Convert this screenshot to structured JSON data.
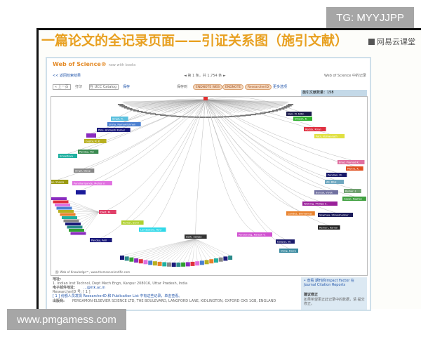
{
  "watermarks": {
    "top": "TG: MYYJJPP",
    "bottom": "www.pmgamess.com"
  },
  "slide": {
    "title": "一篇论文的全记录页面——引证关系图（施引文献）",
    "logo": "网易云课堂"
  },
  "wos": {
    "brand": "Web of Science®",
    "tagline": "now with books",
    "back": "<< 返回检索结果",
    "pager": "◄ 第 1 条，共 1,754 条 ►",
    "record": "Web of Science 中的记录",
    "toolbar": {
      "back_btn": "« 上一页",
      "print": "打印",
      "select": "在 UCC Catalog",
      "go": "保存",
      "save_to": "保存到",
      "b1": "ENDNOTE WEB",
      "b2": "ENDNOTE",
      "b3": "ResearcherID",
      "more": "更多选项"
    },
    "side": {
      "header": "施引文献数量：158",
      "impact": "• 查看 期刊的Impact Factor 在 Journal Citation Reports",
      "suggest_title": "建议修正",
      "suggest": "如果希望更正此记录中的数据，请 提交修正。"
    },
    "legend": "图: Web of Knowledge℠, www.thomsonscientific.com",
    "details": {
      "addr_label": "地址:",
      "addr": "1. Indian Inst Technol, Dept Mech Engn, Kanpur 208016, Uttar Pradesh, India",
      "email_label": "电子邮件地址:",
      "email": "...@iitk.ac.in",
      "rid": "ResearcherID 号: [ 1 ]",
      "rid_note": "[ 1 ] 份额人员发现 ResearcherID 和 Publication List 中有这些记录，单击查看。",
      "pub_label": "出版商:",
      "pub": "PERGAMON-ELSEVIER SCIENCE LTD, THE BOULEVARD, LANGFORD LANE, KIDLINGTON, OXFORD OX5 1GB, ENGLAND"
    }
  },
  "citation_map": {
    "root_color": "#e03030",
    "nodes": [
      {
        "label": "Singh, R.",
        "color": "#5bc0de"
      },
      {
        "label": "Sinha, Ramakrishnan",
        "color": "#4a7fd0"
      },
      {
        "label": "Pole, Animesh Kumar",
        "color": "#1a1a7a"
      },
      {
        "label": "",
        "color": "#8a2bbf"
      },
      {
        "label": "Gupta, R. K.",
        "color": "#b8b020"
      },
      {
        "label": "Pandey, Pal",
        "color": "#3a8a50"
      },
      {
        "label": "Srivastava",
        "color": "#20b0a0"
      },
      {
        "label": "Singh, Deep",
        "color": "#888888"
      },
      {
        "label": "Das, Sheela",
        "color": "#9a9a10"
      },
      {
        "label": "Pandharipande, Mehta V.",
        "color": "#e070e0"
      },
      {
        "label": "",
        "color": "#1a1a9a"
      },
      {
        "label": "Dixit, M.",
        "color": "#e0406a"
      },
      {
        "label": "Pandey, Anil",
        "color": "#1a1a7a"
      },
      {
        "label": "Kumar, Sunil",
        "color": "#b0d030"
      },
      {
        "label": "Lambodara, Ravi",
        "color": "#30d8e8"
      },
      {
        "label": "Seth, Sanjay",
        "color": "#333333"
      },
      {
        "label": "Pandurang, Naresh V.",
        "color": "#d050d0"
      },
      {
        "label": "Dong, Dawa",
        "color": "#3a8aa0"
      },
      {
        "label": "Dooper, W.",
        "color": "#1a1a6a"
      },
      {
        "label": "Candes, Emmanuel",
        "color": "#e8802a"
      },
      {
        "label": "Sowmya, Shivashankar",
        "color": "#1a1a5a"
      },
      {
        "label": "Raman, Kamal",
        "color": "#222222"
      },
      {
        "label": "Nair, M. Nitin",
        "color": "#1a1a4a"
      },
      {
        "label": "Dinesh, K.",
        "color": "#30b030"
      },
      {
        "label": "Reddy, Kiran",
        "color": "#e03040"
      },
      {
        "label": "Patil, Vishwanath",
        "color": "#e0e040"
      },
      {
        "label": "Bhat, Pramod K.",
        "color": "#e070a0"
      },
      {
        "label": "Pandian, M.",
        "color": "#1a1a6a"
      },
      {
        "label": "Ali, Bilal",
        "color": "#70a8c0"
      },
      {
        "label": "Bansal, Vivek",
        "color": "#7070a0"
      },
      {
        "label": "Kumar, J.",
        "color": "#70a070"
      },
      {
        "label": "Goyal, Raghav",
        "color": "#40a040"
      },
      {
        "label": "Walking, Phillips E.",
        "color": "#9a209a"
      },
      {
        "label": "Mehra, K.",
        "color": "#e05020"
      }
    ]
  }
}
